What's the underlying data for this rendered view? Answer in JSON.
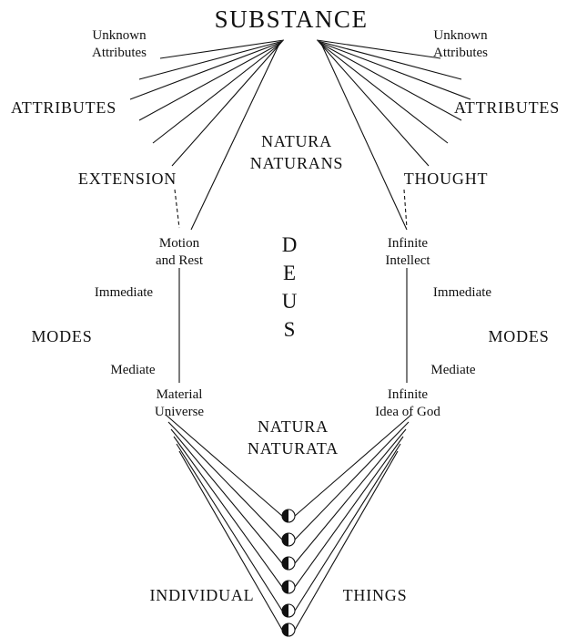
{
  "diagram": {
    "substance": "SUBSTANCE",
    "natura_naturans": "NATURA\nNATURANS",
    "natura_naturata": "NATURA\nNATURATA",
    "deus": "D\nE\nU\nS",
    "left": {
      "unknown_attributes": "Unknown\nAttributes",
      "attributes": "ATTRIBUTES",
      "attribute": "EXTENSION",
      "immediate_mode": "Motion\nand Rest",
      "immediate": "Immediate",
      "modes": "MODES",
      "mediate": "Mediate",
      "mediate_mode": "Material\nUniverse"
    },
    "right": {
      "unknown_attributes": "Unknown\nAttributes",
      "attributes": "ATTRIBUTES",
      "attribute": "THOUGHT",
      "immediate_mode": "Infinite\nIntellect",
      "immediate": "Immediate",
      "modes": "MODES",
      "mediate": "Mediate",
      "mediate_mode": "Infinite\nIdea of God"
    },
    "bottom": {
      "individual": "INDIVIDUAL",
      "things": "THINGS"
    },
    "colors": {
      "ink": "#111111",
      "background": "#ffffff"
    }
  }
}
